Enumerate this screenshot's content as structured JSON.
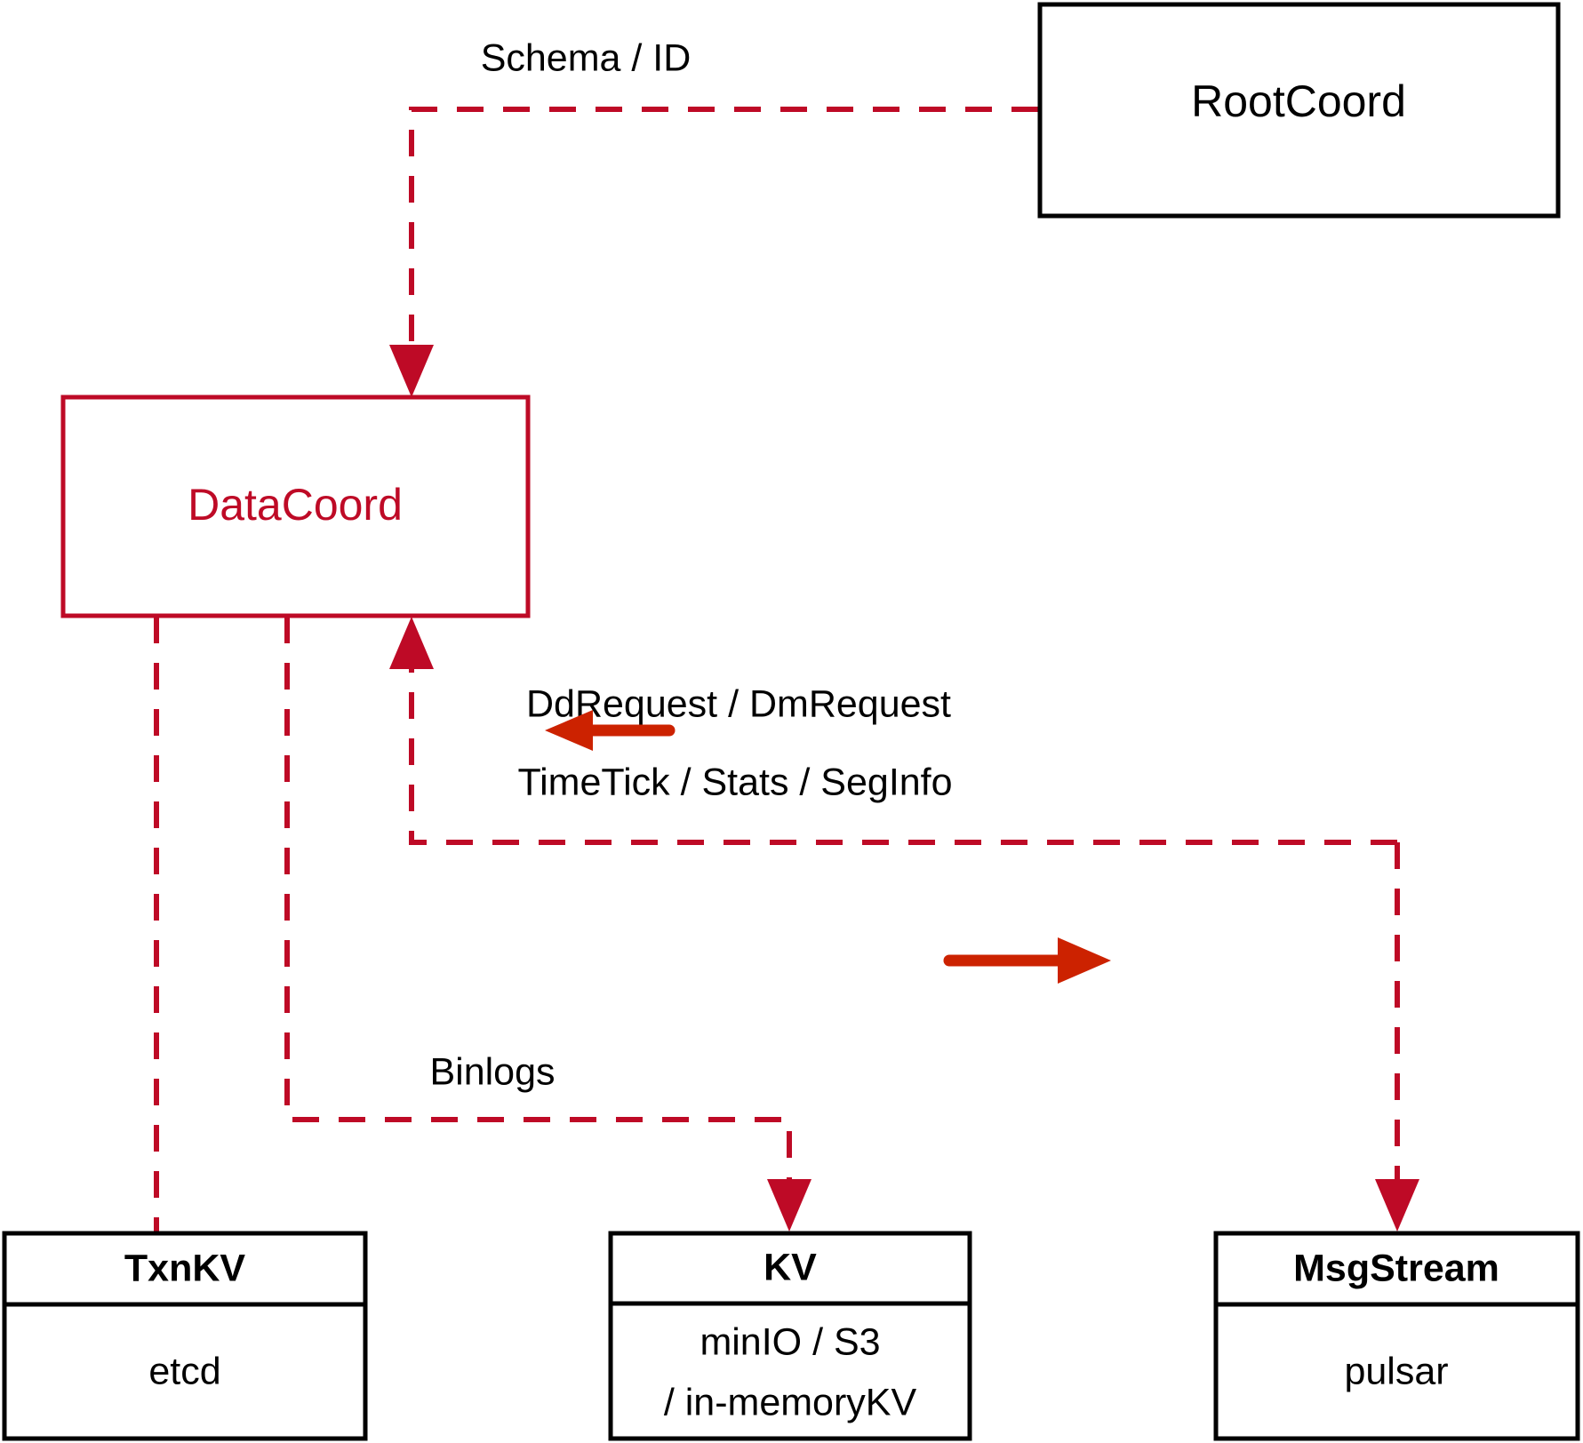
{
  "diagram": {
    "title": "DataCoord component interaction diagram",
    "colors": {
      "accent_red": "#BE0A26",
      "arrow_red": "#CC2200",
      "box_black": "#000000",
      "background": "#FFFFFF"
    },
    "nodes": [
      {
        "id": "rootcoord",
        "title": "RootCoord",
        "subtitle": "",
        "style": "plain-black"
      },
      {
        "id": "datacoord",
        "title": "DataCoord",
        "subtitle": "",
        "style": "plain-red"
      },
      {
        "id": "txnkv",
        "title": "TxnKV",
        "subtitle": "etcd",
        "style": "two-compartment"
      },
      {
        "id": "kv",
        "title": "KV",
        "subtitle_line1": "minIO / S3",
        "subtitle_line2": "/ in-memoryKV",
        "style": "two-compartment"
      },
      {
        "id": "msgstream",
        "title": "MsgStream",
        "subtitle": "pulsar",
        "style": "two-compartment"
      }
    ],
    "edges": [
      {
        "id": "schema-id",
        "label": "Schema / ID",
        "from": "rootcoord",
        "to": "datacoord",
        "style": "dashed"
      },
      {
        "id": "dd-dm-request",
        "label": "DdRequest / DmRequest",
        "from": "msgstream",
        "to": "datacoord",
        "style": "dashed",
        "direction_marker": "left-arrow"
      },
      {
        "id": "timetick-stats-seginfo",
        "label": "TimeTick / Stats / SegInfo",
        "from": "datacoord",
        "to": "msgstream",
        "style": "dashed",
        "direction_marker": "right-arrow"
      },
      {
        "id": "binlogs",
        "label": "Binlogs",
        "from": "datacoord",
        "to": "kv",
        "style": "dashed"
      },
      {
        "id": "txnkv-link",
        "label": "",
        "from": "datacoord",
        "to": "txnkv",
        "style": "dashed"
      }
    ]
  }
}
